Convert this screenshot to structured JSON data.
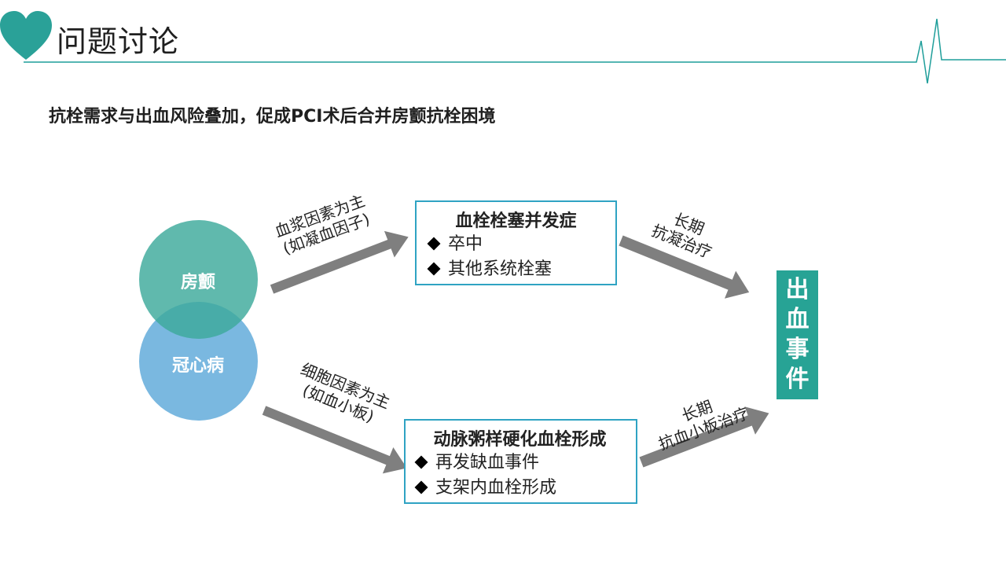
{
  "header": {
    "title": "问题讨论",
    "accent_color": "#2aa198",
    "line_color": "#1f9e9a"
  },
  "subtitle": "抗栓需求与出血风险叠加，促成PCI术后合并房颤抗栓困境",
  "diagram": {
    "circle_top": {
      "label": "房颤",
      "color": "#5bbcaf"
    },
    "circle_bottom": {
      "label": "冠心病",
      "color": "#7ab8e0"
    },
    "arrow_top_left": {
      "line1": "血浆因素为主",
      "line2": "(如凝血因子)"
    },
    "arrow_bottom_left": {
      "line1": "细胞因素为主",
      "line2": "(如血小板)"
    },
    "box_top": {
      "title": "血栓栓塞并发症",
      "items": [
        "卒中",
        "其他系统栓塞"
      ]
    },
    "box_bottom": {
      "title": "动脉粥样硬化血栓形成",
      "items": [
        "再发缺血事件",
        "支架内血栓形成"
      ]
    },
    "arrow_top_right": {
      "line1": "长期",
      "line2": "抗凝治疗"
    },
    "arrow_bottom_right": {
      "line1": "长期",
      "line2": "抗血小板治疗"
    },
    "outcome": {
      "chars": [
        "出",
        "血",
        "事",
        "件"
      ],
      "color": "#27a395"
    },
    "arrow_color": "#7f7f7f",
    "box_border_color": "#2fa3c3"
  }
}
